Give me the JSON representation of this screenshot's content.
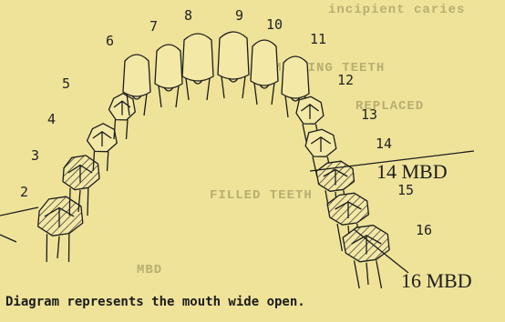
{
  "diagram": {
    "tooth_numbers": [
      "2",
      "3",
      "4",
      "5",
      "6",
      "7",
      "8",
      "9",
      "10",
      "11",
      "12",
      "13",
      "14",
      "15",
      "16"
    ],
    "annotations": [
      "14 MBD",
      "16 MBD"
    ],
    "caption": "Diagram represents the mouth wide open.",
    "bleed_through": [
      "incipient caries",
      "MISSING TEETH",
      "REPLACED",
      "FILLED TEETH",
      "MBD"
    ],
    "hatched_teeth": [
      "2",
      "3",
      "14",
      "15",
      "16"
    ],
    "colors": {
      "paper": "#efe39a",
      "ink": "#1c1c1c"
    }
  }
}
